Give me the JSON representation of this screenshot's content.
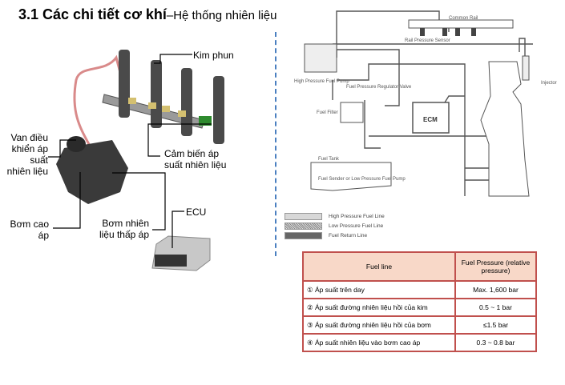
{
  "title": {
    "bold": "3.1 Các chi tiết cơ khí",
    "normal": "–Hệ thống nhiên liệu"
  },
  "left_labels": {
    "injector": "Kim phun",
    "pressure_valve": "Van điều khiển áp suất nhiên liệu",
    "rail_sensor": "Cảm biến áp suất nhiên liệu",
    "high_pump": "Bơm cao áp",
    "low_pump": "Bơm nhiên liệu thấp áp",
    "ecu": "ECU"
  },
  "schematic": {
    "common_rail": "Common Rail",
    "rail_pressure_sensor": "Rail Pressure Sensor",
    "high_pressure_pump": "High Pressure Fuel Pump",
    "regulator_valve": "Fuel Pressure Regulator Valve",
    "fuel_filter": "Fuel Filter",
    "ecm": "ECM",
    "fuel_tank": "Fuel Tank",
    "fuel_sender": "Fuel Sender or Low Pressure Fuel Pump",
    "injector": "Injector"
  },
  "legend": [
    {
      "label": "High Pressure Fuel Line",
      "color": "#d8d8d8"
    },
    {
      "label": "Low Pressure Fuel Line",
      "color": "#a0a0a0"
    },
    {
      "label": "Fuel Return Line",
      "color": "#666666"
    }
  ],
  "table": {
    "headers": [
      "Fuel line",
      "Fuel Pressure (relative pressure)"
    ],
    "rows": [
      [
        "① Áp suất trên day",
        "Max. 1,600 bar"
      ],
      [
        "② Áp suất đường nhiên liệu hồi của kim",
        "0.5 ~ 1 bar"
      ],
      [
        "③ Áp suất đường nhiên liệu hồi của bơm",
        "≤1.5  bar"
      ],
      [
        "④ Áp suất nhiên liệu vào bơm cao áp",
        "0.3 ~ 0.8 bar"
      ]
    ]
  }
}
